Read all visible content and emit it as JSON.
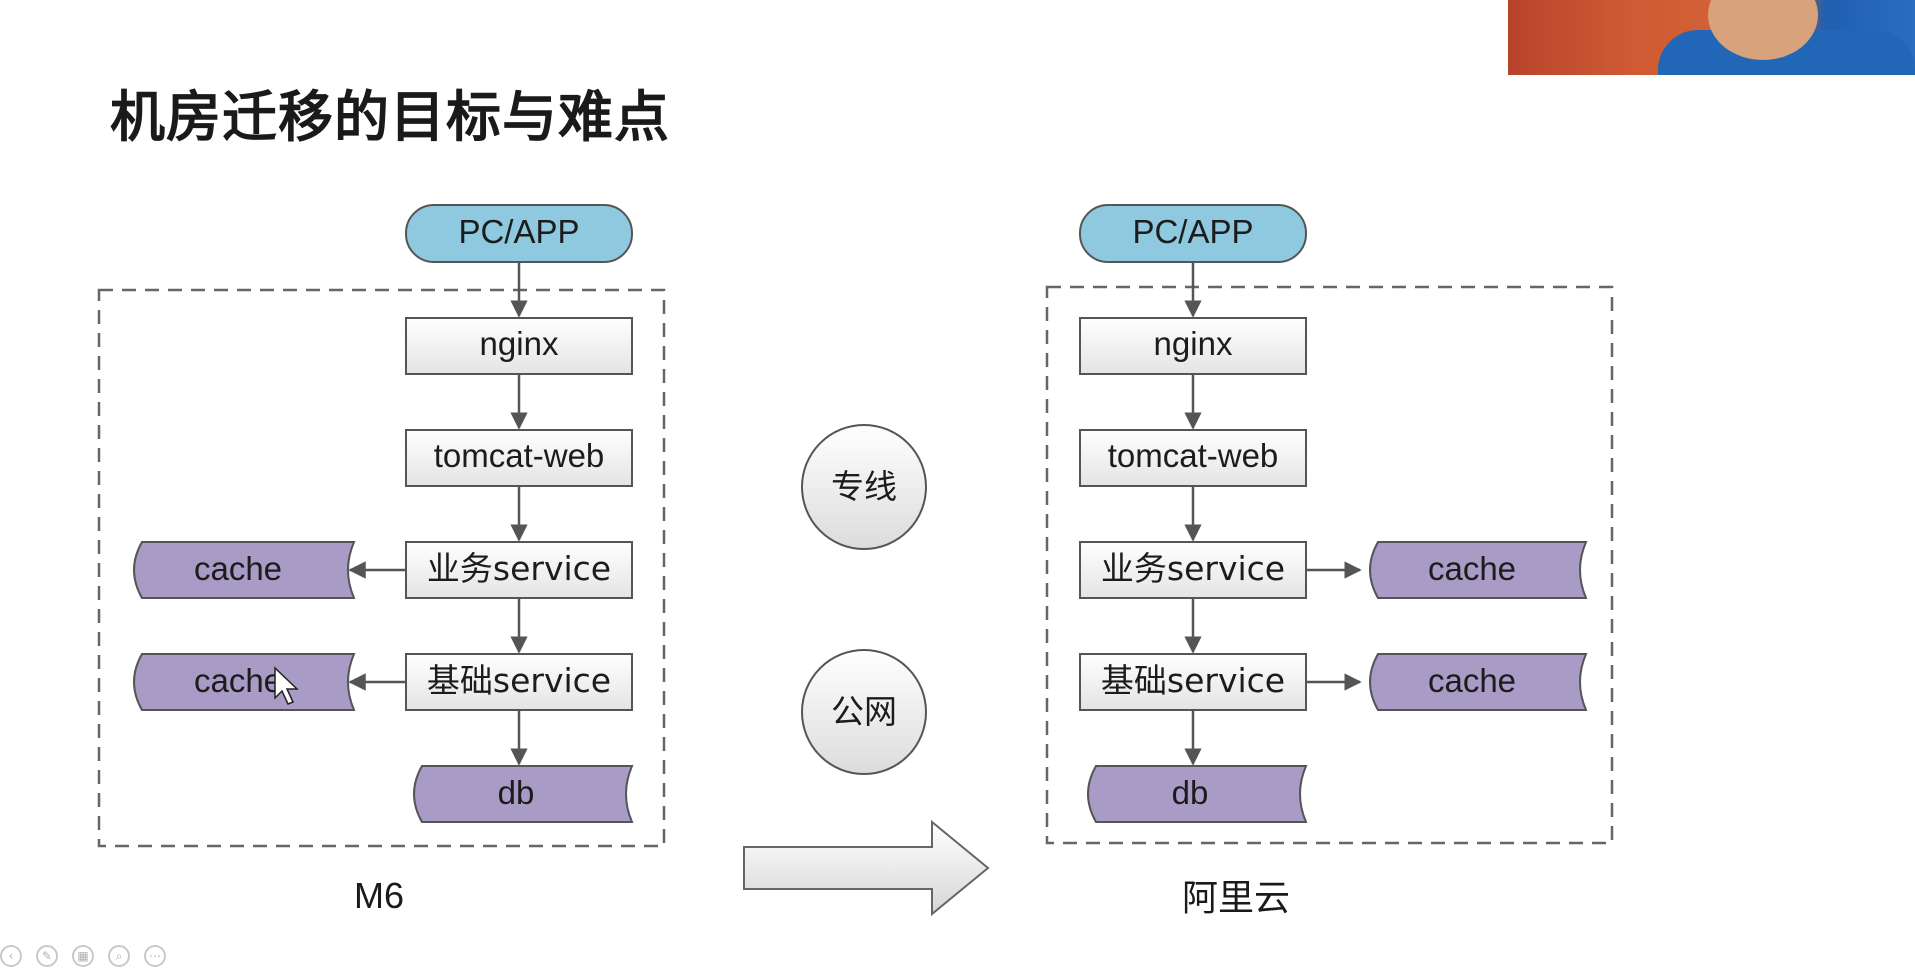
{
  "title": "机房迁移的目标与难点",
  "left_env": {
    "label": "M6",
    "client": "PC/APP",
    "nginx": "nginx",
    "web": "tomcat-web",
    "biz_service": "业务service",
    "base_service": "基础service",
    "cache_1": "cache",
    "cache_2": "cache",
    "db": "db"
  },
  "right_env": {
    "label": "阿里云",
    "client": "PC/APP",
    "nginx": "nginx",
    "web": "tomcat-web",
    "biz_service": "业务service",
    "base_service": "基础service",
    "cache_1": "cache",
    "cache_2": "cache",
    "db": "db"
  },
  "links": {
    "dedicated_line": "专线",
    "public_network": "公网"
  },
  "colors": {
    "client_fill": "#8ec9e0",
    "storage_fill": "#a89bc6",
    "box_fill": "#f2f2f2",
    "line": "#555555"
  },
  "toolbar": {
    "icons": [
      "prev-icon",
      "pen-icon",
      "slides-icon",
      "zoom-icon",
      "more-icon"
    ]
  }
}
